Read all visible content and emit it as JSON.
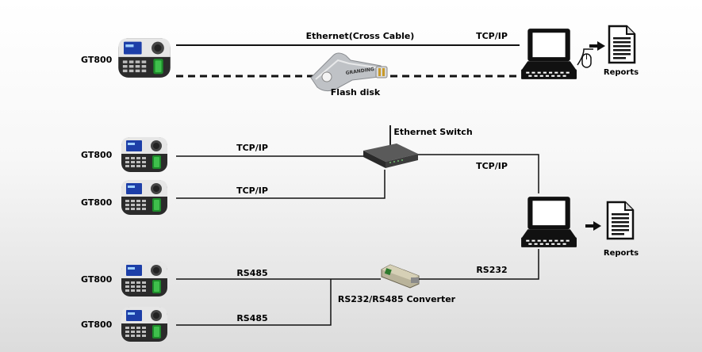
{
  "sections": {
    "top": {
      "device_label": "GT800",
      "ethernet_label": "Ethernet(Cross Cable)",
      "tcpip_label": "TCP/IP",
      "flash_label": "Flash disk",
      "flash_brand": "GRANDING",
      "reports_label": "Reports"
    },
    "middle": {
      "switch_label": "Ethernet Switch",
      "devices": [
        {
          "label": "GT800",
          "link": "TCP/IP"
        },
        {
          "label": "GT800",
          "link": "TCP/IP"
        }
      ],
      "uplink_label": "TCP/IP",
      "reports_label": "Reports"
    },
    "bottom": {
      "devices": [
        {
          "label": "GT800",
          "link": "RS485"
        },
        {
          "label": "GT800",
          "link": "RS485"
        }
      ],
      "converter_label": "RS232/RS485 Converter",
      "uplink_label": "RS232"
    }
  },
  "colors": {
    "line": "#111111",
    "device_body": "#2b2b2b",
    "device_top": "#e6e6e6",
    "lcd": "#1d3fa8",
    "fingerprint_reader": "#1d8a2a"
  },
  "icons": [
    "terminal-icon",
    "computer-icon",
    "mouse-icon",
    "arrow-right-icon",
    "document-icon",
    "flash-disk-icon",
    "ethernet-switch-icon",
    "converter-icon"
  ]
}
